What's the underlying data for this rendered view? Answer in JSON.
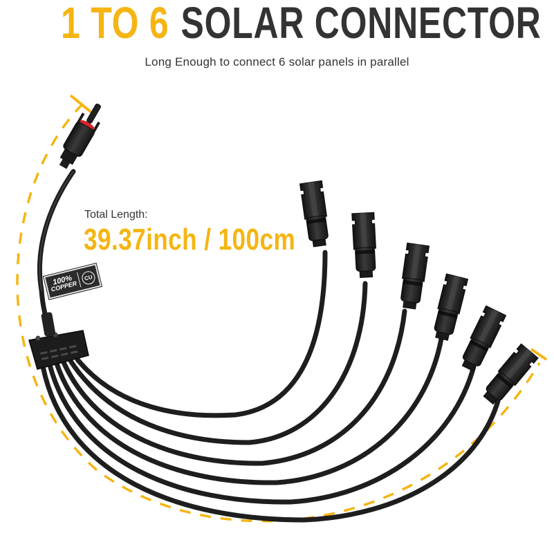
{
  "headline": {
    "accent_text": "1 TO 6",
    "main_text": "SOLAR CONNECTOR"
  },
  "subtitle": "Long Enough to connect 6 solar panels in parallel",
  "length": {
    "label": "Total Length:",
    "value": "39.37inch / 100cm"
  },
  "copper_tag": {
    "line1": "100%",
    "line2": "COPPER",
    "badge": "CU"
  },
  "product": {
    "input_connectors": 1,
    "output_connectors": 6
  },
  "colors": {
    "accent": "#f5b512",
    "text_dark": "#333333",
    "cable": "#1e1e1e"
  }
}
